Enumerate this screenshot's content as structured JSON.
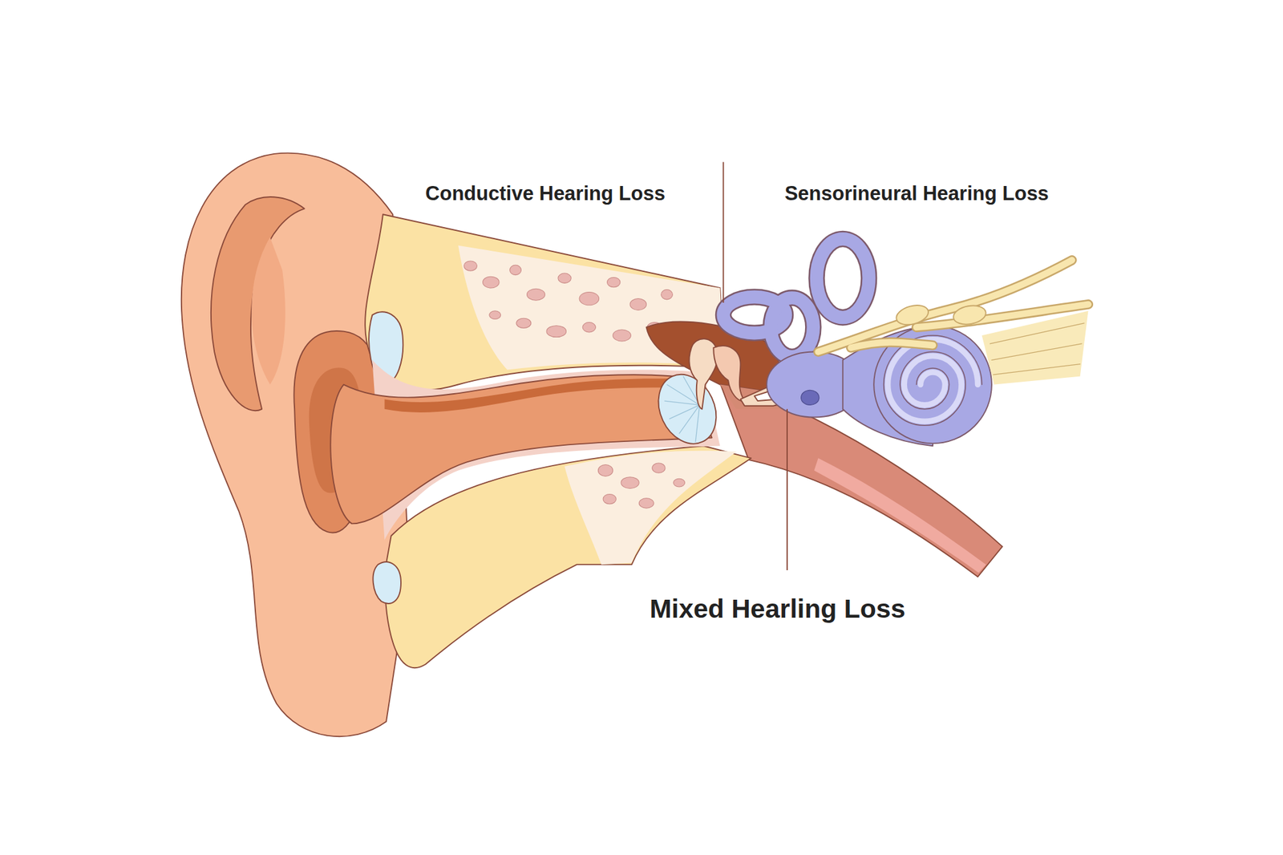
{
  "diagram": {
    "labels": [
      "Conductive Hearing Loss",
      "Sensorineural Hearing Loss",
      "Mixed Hearling Loss"
    ]
  }
}
